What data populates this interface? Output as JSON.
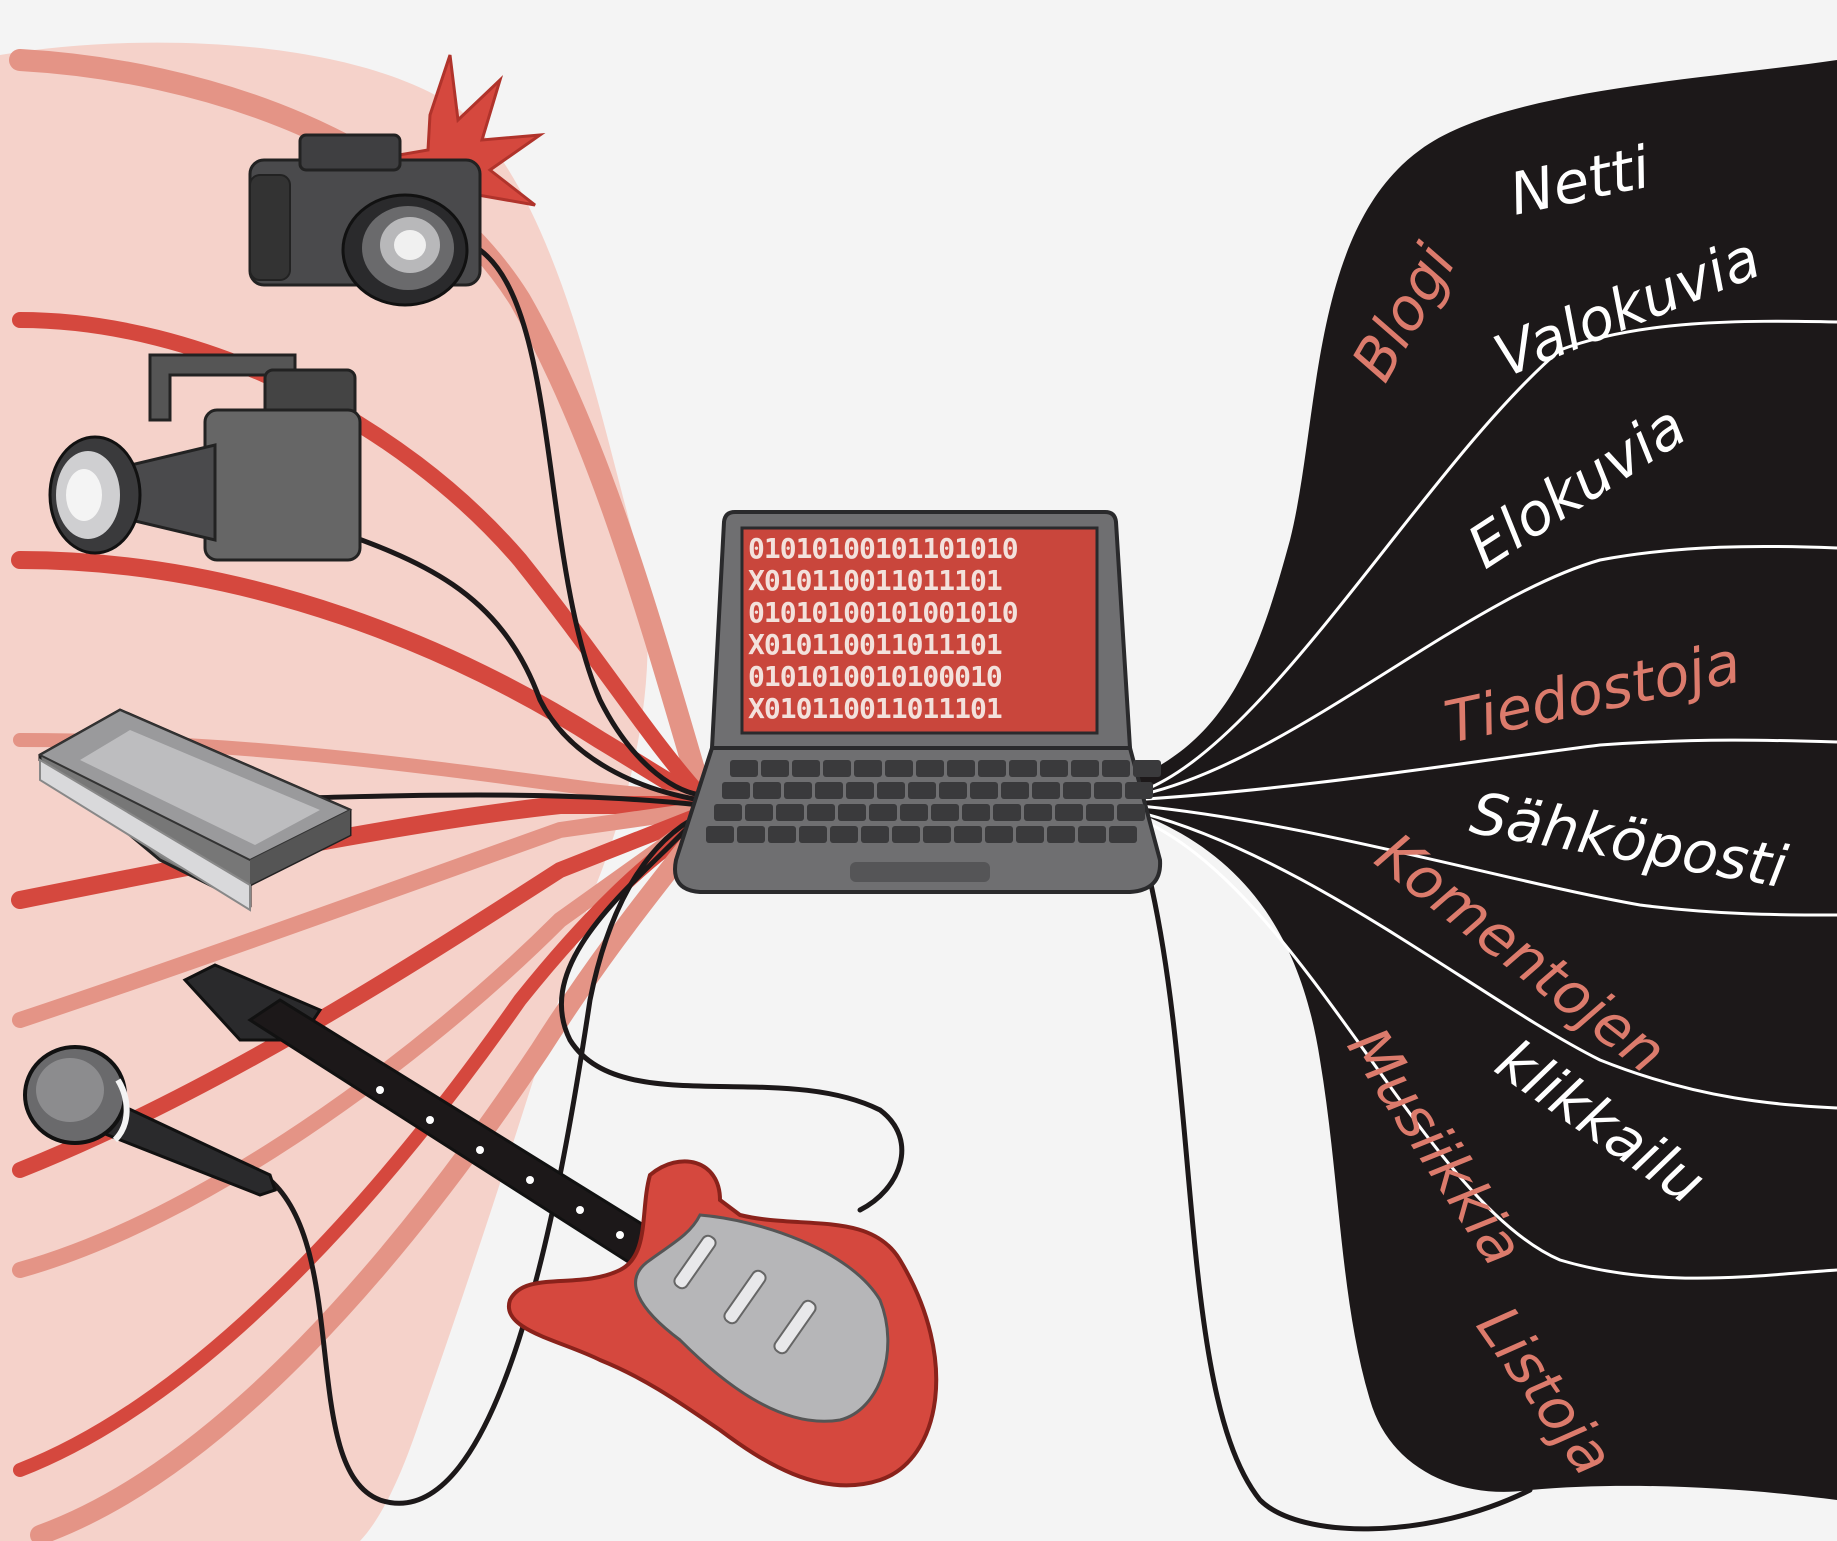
{
  "colors": {
    "background": "#f4f4f4",
    "left_glow": "#f5d2ca",
    "red": "#d5483e",
    "light_red": "#e49486",
    "dark": "#1c1819",
    "device_gray": "#6f6f71",
    "label_white": "#ffffff",
    "label_red": "#dc7b6c"
  },
  "screen": {
    "binary_lines": [
      "01010100101101010",
      "X010110011011101",
      "01010100101001010",
      "X010110011011101",
      "0101010010100010",
      "X010110011011101"
    ]
  },
  "devices": [
    {
      "name": "photo-camera",
      "icon": "camera-icon"
    },
    {
      "name": "video-camera",
      "icon": "video-camera-icon"
    },
    {
      "name": "scanner",
      "icon": "scanner-icon"
    },
    {
      "name": "microphone",
      "icon": "microphone-icon"
    },
    {
      "name": "electric-guitar",
      "icon": "guitar-icon"
    }
  ],
  "labels": {
    "netti": "Netti",
    "blogi": "Blogi",
    "valokuvia": "Valokuvia",
    "elokuvia": "Elokuvia",
    "tiedostoja": "Tiedostoja",
    "sahkoposti": "Sähköposti",
    "komentojen": "Komentojen",
    "klikkailu": "klikkailu",
    "musiikkia": "Musiikkia",
    "listoja": "Listoja"
  }
}
